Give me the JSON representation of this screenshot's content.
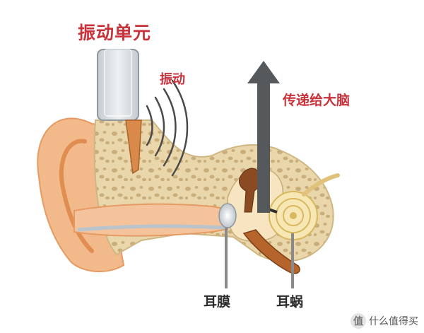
{
  "labels": {
    "vibration_unit": "振动单元",
    "vibration": "振动",
    "to_brain": "传递给大脑",
    "eardrum": "耳膜",
    "cochlea": "耳蜗"
  },
  "watermark": {
    "site": "什么值得买",
    "badge": "值"
  },
  "colors": {
    "label_red": "#c8323b",
    "skin": "#f2b98a",
    "bone": "#e6d3a6",
    "arrow": "#55595c",
    "device": "#dadfe3"
  }
}
